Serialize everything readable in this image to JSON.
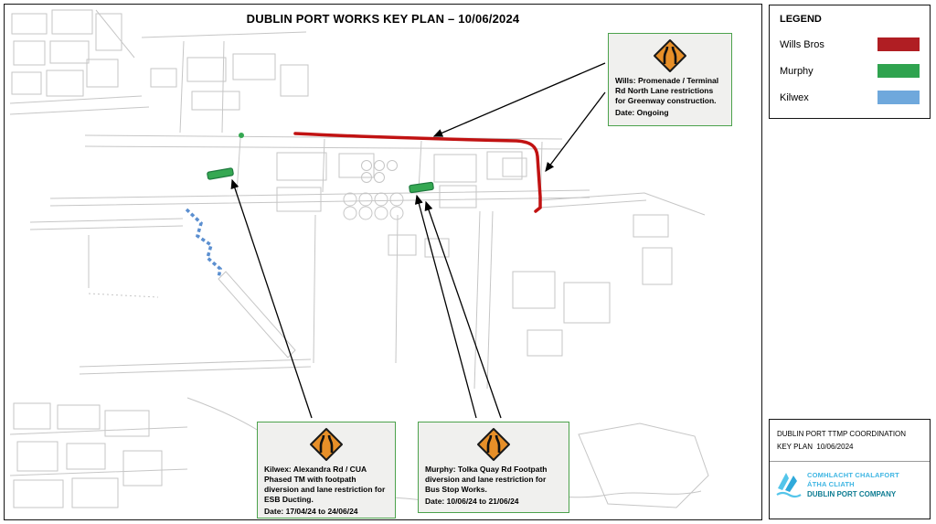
{
  "title": "DUBLIN PORT WORKS KEY PLAN – 10/06/2024",
  "legend": {
    "title": "LEGEND",
    "items": [
      {
        "label": "Wills Bros",
        "color": "#b01e23"
      },
      {
        "label": "Murphy",
        "color": "#2fa34f"
      },
      {
        "label": "Kilwex",
        "color": "#6fa8dc"
      }
    ]
  },
  "map": {
    "colors": {
      "wills": "#c11212",
      "murphy": "#35a852",
      "murphy_dark": "#1f7a3f",
      "kilwex": "#5b8fd0"
    }
  },
  "callouts": {
    "wills": {
      "text": "Wills: Promenade / Terminal Rd North Lane restrictions for Greenway construction.",
      "date": "Date: Ongoing"
    },
    "kilwex": {
      "text": "Kilwex: Alexandra Rd / CUA Phased TM with footpath diversion and lane restriction for ESB Ducting.",
      "date": "Date: 17/04/24 to 24/06/24"
    },
    "murphy": {
      "text": "Murphy: Tolka Quay Rd Footpath diversion and lane restriction for Bus Stop Works.",
      "date": "Date: 10/06/24 to 21/06/24"
    }
  },
  "title_block": {
    "line1": "DUBLIN PORT TTMP COORDINATION",
    "line2": "KEY PLAN  10/06/2024",
    "logo": {
      "line1": "COMHLACHT CHALAFORT",
      "line2": "ÁTHA CLIATH",
      "line3": "DUBLIN PORT COMPANY"
    }
  }
}
